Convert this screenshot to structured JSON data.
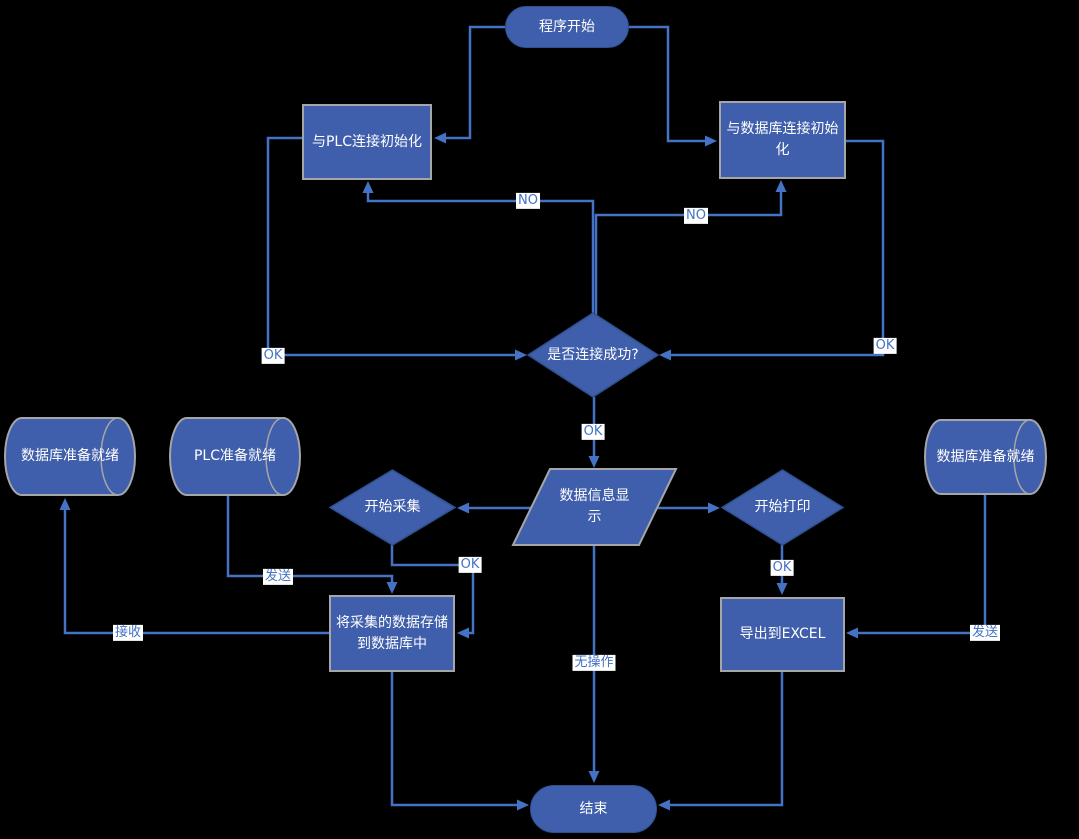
{
  "colors": {
    "background": "#000000",
    "shape-fill": "#3F5EAB",
    "shape-border-blue": "#2F528F",
    "shape-border-gray": "#A6A6A9",
    "line": "#4472C4",
    "node-text": "#FFFFFF",
    "label-text": "#4472C4",
    "label-bg": "#FFFFFF"
  },
  "nodes": {
    "start": {
      "label": "程序开始",
      "type": "terminator"
    },
    "plc_init": {
      "label": "与PLC连接初始化",
      "type": "process"
    },
    "db_init": {
      "label": "与数据库连接初始化",
      "type": "process"
    },
    "connect_ok": {
      "label": "是否连接成功?",
      "type": "decision"
    },
    "data_display": {
      "label": "数据信息显示",
      "type": "input-output"
    },
    "start_collect": {
      "label": "开始采集",
      "type": "decision"
    },
    "start_print": {
      "label": "开始打印",
      "type": "decision"
    },
    "db_ready_left": {
      "label": "数据库准备就绪",
      "type": "data-store"
    },
    "plc_ready": {
      "label": "PLC准备就绪",
      "type": "data-store"
    },
    "db_ready_right": {
      "label": "数据库准备就绪",
      "type": "data-store"
    },
    "store_data": {
      "label": "将采集的数据存储到数据库中",
      "type": "process"
    },
    "export_excel": {
      "label": "导出到EXCEL",
      "type": "process"
    },
    "end": {
      "label": "结束",
      "type": "terminator"
    }
  },
  "labels": {
    "no_left": "NO",
    "no_right": "NO",
    "ok_left": "OK",
    "ok_right": "OK",
    "ok_mid": "OK",
    "ok_collect": "OK",
    "ok_print": "OK",
    "send_plc": "发送",
    "receive": "接收",
    "send_db": "发送",
    "no_action": "无操作"
  }
}
